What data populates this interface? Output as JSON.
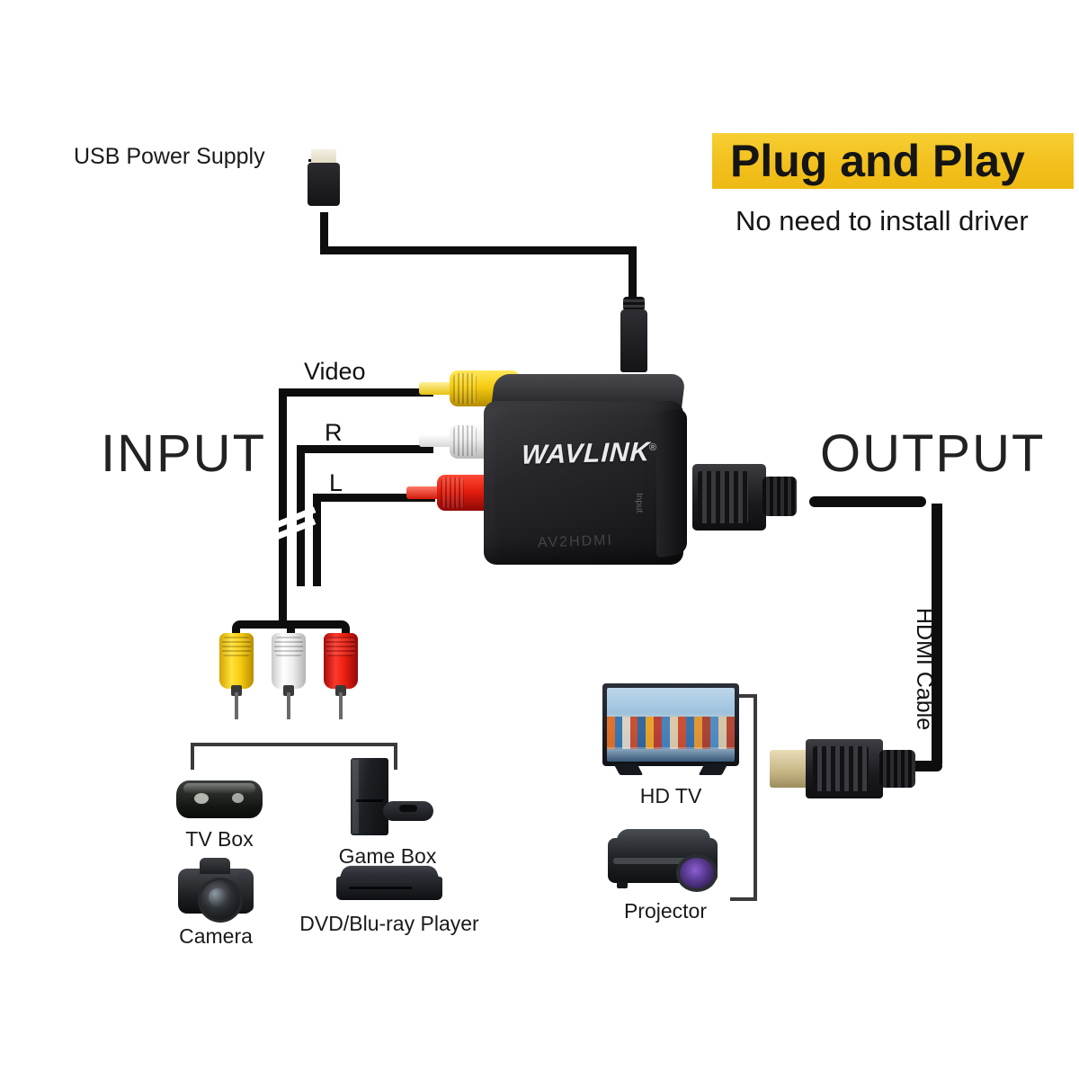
{
  "banner": {
    "title": "Plug and Play",
    "subtitle": "No need to install driver",
    "bg_color": "#F2C01D",
    "text_color": "#151515"
  },
  "labels": {
    "usb_power_supply": "USB Power Supply",
    "input": "INPUT",
    "output": "OUTPUT",
    "hdmi_cable": "HDMI Cable"
  },
  "rca_inputs": [
    {
      "name": "Video",
      "color": "#F5CC12"
    },
    {
      "name": "R",
      "color": "#FFFFFF"
    },
    {
      "name": "L",
      "color": "#E51E0E"
    }
  ],
  "converter": {
    "brand": "WAVLINK",
    "trademark": "®",
    "model": "AV2HDMI",
    "side_text": "Input",
    "color": "#1B1B1F"
  },
  "input_devices": [
    {
      "label": "TV Box",
      "icon": "tv-box-icon"
    },
    {
      "label": "Game Box",
      "icon": "game-box-icon"
    },
    {
      "label": "Camera",
      "icon": "camera-icon"
    },
    {
      "label": "DVD/Blu-ray Player",
      "icon": "dvd-player-icon"
    }
  ],
  "output_devices": [
    {
      "label": "HD TV",
      "icon": "hd-tv-icon"
    },
    {
      "label": "Projector",
      "icon": "projector-icon"
    }
  ]
}
